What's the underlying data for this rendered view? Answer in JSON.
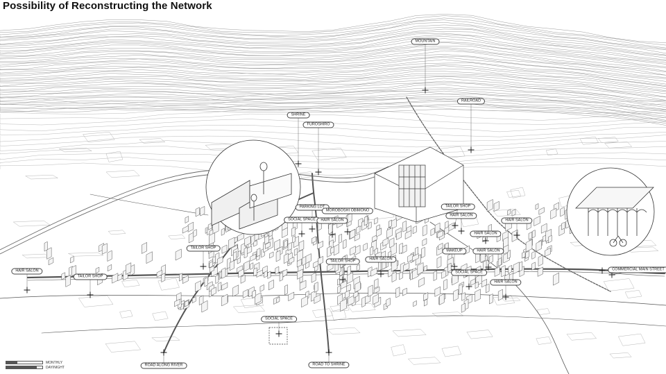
{
  "title": "Possibility of Reconstructing the Network",
  "labels": {
    "mountain": "MOUNTAIN",
    "railroad": "RAILROAD",
    "shrine": "SHRINE",
    "furoshiro": "FUROSHIRO",
    "parking_lot": "PARKING LOT",
    "social_space_1": "SOCIAL SPACE",
    "hair_salon_1": "HAIR SALON",
    "moroboshi": "MOROBOSHI OBIMONO",
    "tailor_shop_1": "TAILOR SHOP",
    "hair_salon_2": "HAIR SALON",
    "hair_salon_3": "HAIR SALON",
    "tailor_shop_2": "TAILOR SHOP",
    "tailor_shop_3": "TAILOR SHOP",
    "hair_salon_4": "HAIR SALON",
    "tailor_shop_4": "TAILOR SHOP",
    "hair_salon_5": "HAIR SALON",
    "hair_salon_6": "HAIR SALON",
    "hair_salon_7": "HAIR SALON",
    "makeup": "MAKEUP",
    "social_space_2": "SOCIAL SPACE",
    "hair_salon_8": "HAIR SALON",
    "commercial_main_street": "COMMERCIAL MAIN STREET",
    "social_space_3": "SOCIAL SPACE",
    "road_along_river": "ROAD ALONG RIVER",
    "road_to_shrine": "ROAD TO SHRINE"
  },
  "legend": {
    "monthly": "MONTHLY",
    "monthly_level": 0.3,
    "daynight": "DAY/NIGHT",
    "daynight_level": 0.85
  }
}
